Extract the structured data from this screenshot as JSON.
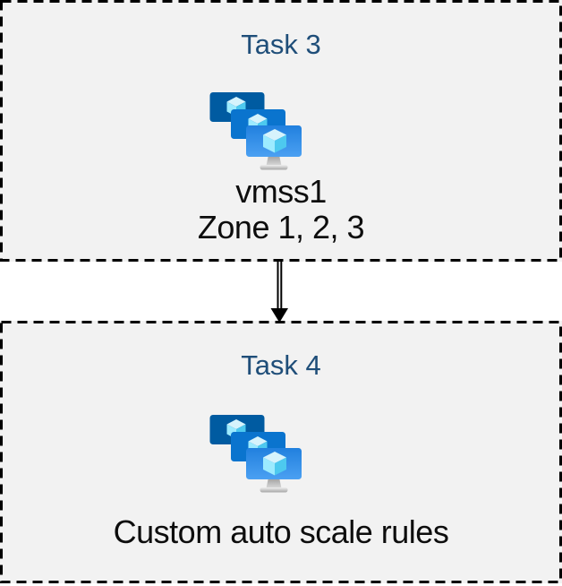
{
  "boxes": [
    {
      "title": "Task 3",
      "icon": "virtual-machine-scale-set-icon",
      "lines": [
        "vmss1",
        "Zone 1, 2, 3"
      ]
    },
    {
      "title": "Task 4",
      "icon": "virtual-machine-scale-set-icon",
      "lines": [
        "Custom auto scale rules"
      ]
    }
  ],
  "connector": {
    "type": "double-line-arrow",
    "direction": "down"
  },
  "colors": {
    "page_background": "#ffffff",
    "box_background": "#f2f2f2",
    "box_border": "#000000",
    "title_text": "#1f4e79",
    "body_text": "#0d0d0d",
    "arrow": "#000000",
    "monitor_back": "#005ba1",
    "monitor_middle": "#0a74ce",
    "monitor_front_top": "#2180de",
    "monitor_front_bottom": "#4ba0f2",
    "cube_top_face": "#d6f3fc",
    "cube_left_face": "#9cebff",
    "cube_right_face": "#4dc9ef",
    "stand_gray": "#c8c8c8"
  }
}
